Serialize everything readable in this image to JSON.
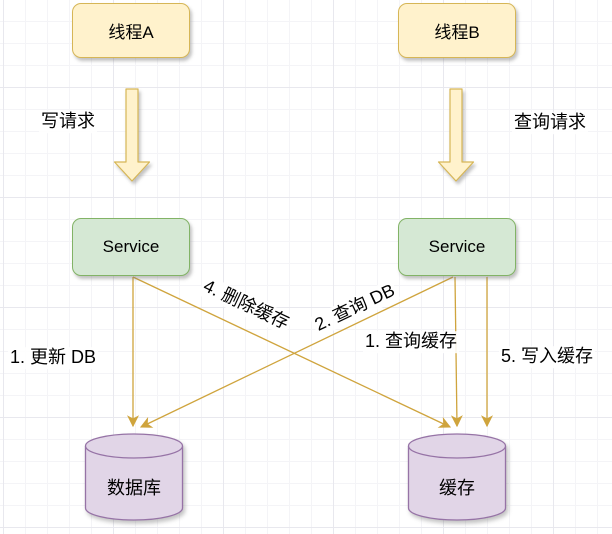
{
  "diagram": {
    "nodes": {
      "thread_a": "线程A",
      "thread_b": "线程B",
      "service_a": "Service",
      "service_b": "Service",
      "database": "数据库",
      "cache": "缓存"
    },
    "labels": {
      "write_request": "写请求",
      "query_request": "查询请求",
      "update_db": "1. 更新 DB",
      "delete_cache": "4. 删除缓存",
      "query_db": "2. 查询 DB",
      "query_cache": "1. 查询缓存",
      "write_cache": "5. 写入缓存"
    },
    "colors": {
      "thread_fill": "#FFF2CC",
      "thread_stroke": "#D6B656",
      "service_fill": "#D5E8D4",
      "service_stroke": "#82B366",
      "store_fill": "#E1D5E7",
      "store_stroke": "#9673A6",
      "edge": "#CFA43D"
    }
  }
}
